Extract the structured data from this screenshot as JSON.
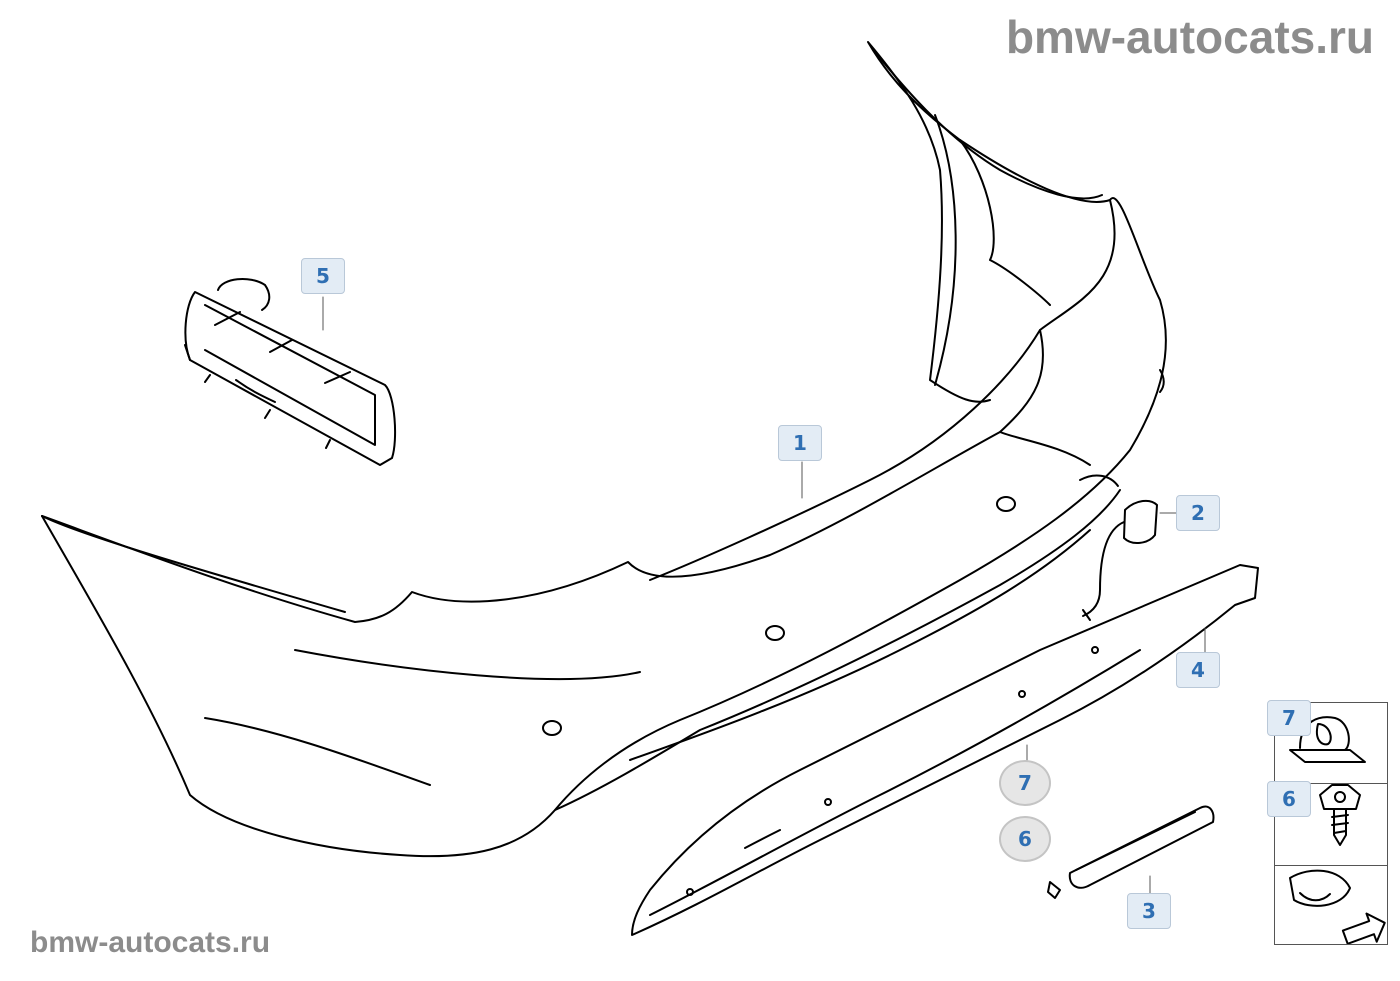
{
  "watermark": {
    "top": "bmw-autocats.ru",
    "bottom": "bmw-autocats.ru"
  },
  "callouts": {
    "part1": "1",
    "part2": "2",
    "part3": "3",
    "part4": "4",
    "part5": "5",
    "part6": "6",
    "part7": "7"
  },
  "side_panel": {
    "item_top": "7",
    "item_middle": "6"
  },
  "colors": {
    "callout_text": "#2f6fb3",
    "callout_bg": "#e3ecf5",
    "watermark": "#8c8c8c",
    "line": "#000000"
  }
}
